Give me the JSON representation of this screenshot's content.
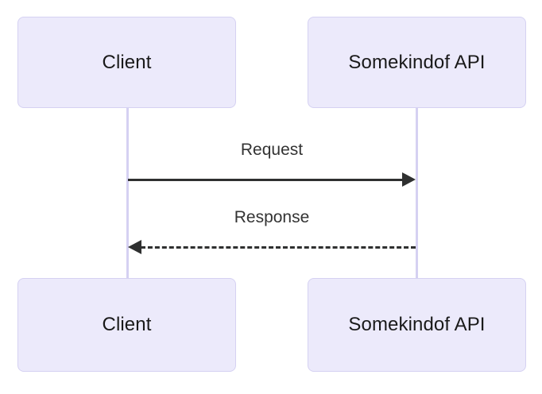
{
  "diagram": {
    "type": "sequence-diagram",
    "background_color": "#ffffff",
    "box_fill_color": "#ECEAFB",
    "box_border_color": "#D5D1F2",
    "lifeline_color": "#D5D1F2",
    "arrow_color": "#2f3030",
    "text_color": "#1a1a1a",
    "participants": [
      {
        "id": "client",
        "label": "Client",
        "top_label": "Client",
        "bottom_label": "Client"
      },
      {
        "id": "api",
        "label": "Somekindof API",
        "top_label": "Somekindof API",
        "bottom_label": "Somekindof API"
      }
    ],
    "messages": [
      {
        "id": "request",
        "label": "Request",
        "from": "client",
        "to": "api",
        "direction": "right",
        "line_style": "solid",
        "arrowhead": "filled-triangle"
      },
      {
        "id": "response",
        "label": "Response",
        "from": "api",
        "to": "client",
        "direction": "left",
        "line_style": "dashed",
        "arrowhead": "filled-triangle"
      }
    ]
  }
}
